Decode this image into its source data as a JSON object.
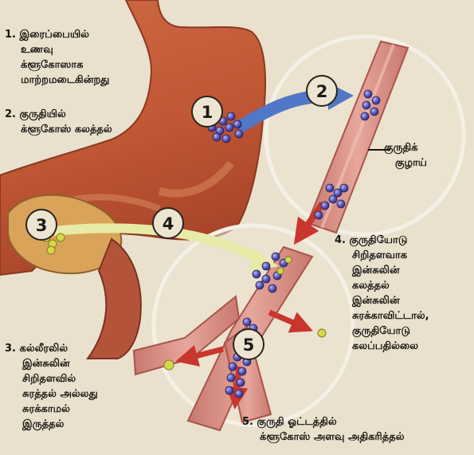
{
  "steps": [
    {
      "number": "1",
      "lines": [
        "1. இரைப்பையில்",
        "உணவு",
        "க்ளூகோஸாக",
        "மாற்றமடைகின்றது"
      ]
    },
    {
      "number": "2",
      "lines": [
        "2. குருதியில்",
        "க்ளூகோஸ் கலத்தல்"
      ]
    },
    {
      "number": "3",
      "lines": [
        "3. கல்லீரலில்",
        "இன்சுலின்",
        "சிறிதளவில்",
        "சுரத்தல் அல்லது",
        "சுரக்காமல்",
        "இருத்தல்"
      ]
    },
    {
      "number": "4",
      "lines": [
        "4. குருதியோடு",
        "சிறிதளவாக",
        "இன்சுலின்",
        "கலத்தல்",
        "இன்சுலின்",
        "சுரக்காவிட்டால்,",
        "குருதியோடு",
        "கலப்பதில்லை"
      ]
    },
    {
      "number": "5",
      "lines": [
        "5. குருதி ஓட்டத்தில்",
        "க்ளூகோஸ் அளவு அதிகரித்தல்"
      ]
    }
  ],
  "vessel_label": {
    "lines": [
      "குருதிக்",
      "குழாய்"
    ]
  },
  "colors": {
    "background": "#e9e1cd",
    "stomach": "#c9623e",
    "vessel": "#d98f86",
    "glucose": "#5a58b8",
    "insulin": "#d6d84a",
    "arrow_blue": "#5078c6",
    "arrow_red": "#c8362d",
    "arrow_yellow": "#e8eba8"
  }
}
